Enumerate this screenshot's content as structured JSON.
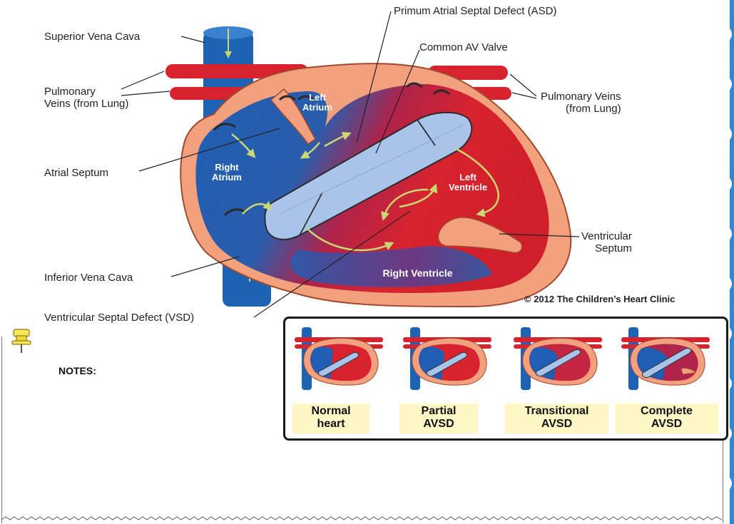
{
  "labels": {
    "primum_asd": "Primum Atrial Septal Defect (ASD)",
    "common_av_valve": "Common AV Valve",
    "superior_vena_cava": "Superior Vena Cava",
    "pulmonary_veins_left": "Pulmonary\nVeins (from Lung)",
    "pulmonary_veins_right": "Pulmonary Veins\n(from Lung)",
    "atrial_septum": "Atrial Septum",
    "ventricular_septum": "Ventricular\nSeptum",
    "inferior_vena_cava": "Inferior Vena Cava",
    "vsd": "Ventricular Septal Defect (VSD)"
  },
  "chambers": {
    "left_atrium": "Left\nAtrium",
    "right_atrium": "Right\nAtrium",
    "left_ventricle": "Left\nVentricle",
    "right_ventricle": "Right Ventricle"
  },
  "copyright": "© 2012 The Children’s Heart Clinic",
  "notes": {
    "title": "NOTES:"
  },
  "comparison": [
    {
      "caption": "Normal\nheart"
    },
    {
      "caption": "Partial\nAVSD"
    },
    {
      "caption": "Transitional\nAVSD"
    },
    {
      "caption": "Complete\nAVSD"
    }
  ],
  "colors": {
    "oxygenated": "#d8232e",
    "deoxygenated": "#1e5fb0",
    "septum": "#f2a07e",
    "valve": "#a9c4ea",
    "flow_arrow": "#c9d873",
    "rail": "#2a8ad6",
    "caption_bg": "#fff6c6"
  }
}
